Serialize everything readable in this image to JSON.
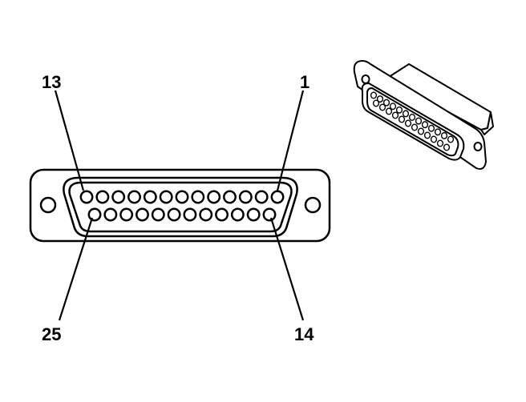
{
  "labels": {
    "top_left": "13",
    "top_right": "1",
    "bottom_left": "25",
    "bottom_right": "14"
  },
  "connector": {
    "top_row_pins": 13,
    "bottom_row_pins": 12,
    "stroke_color": "#000000",
    "fill_color": "#ffffff"
  }
}
